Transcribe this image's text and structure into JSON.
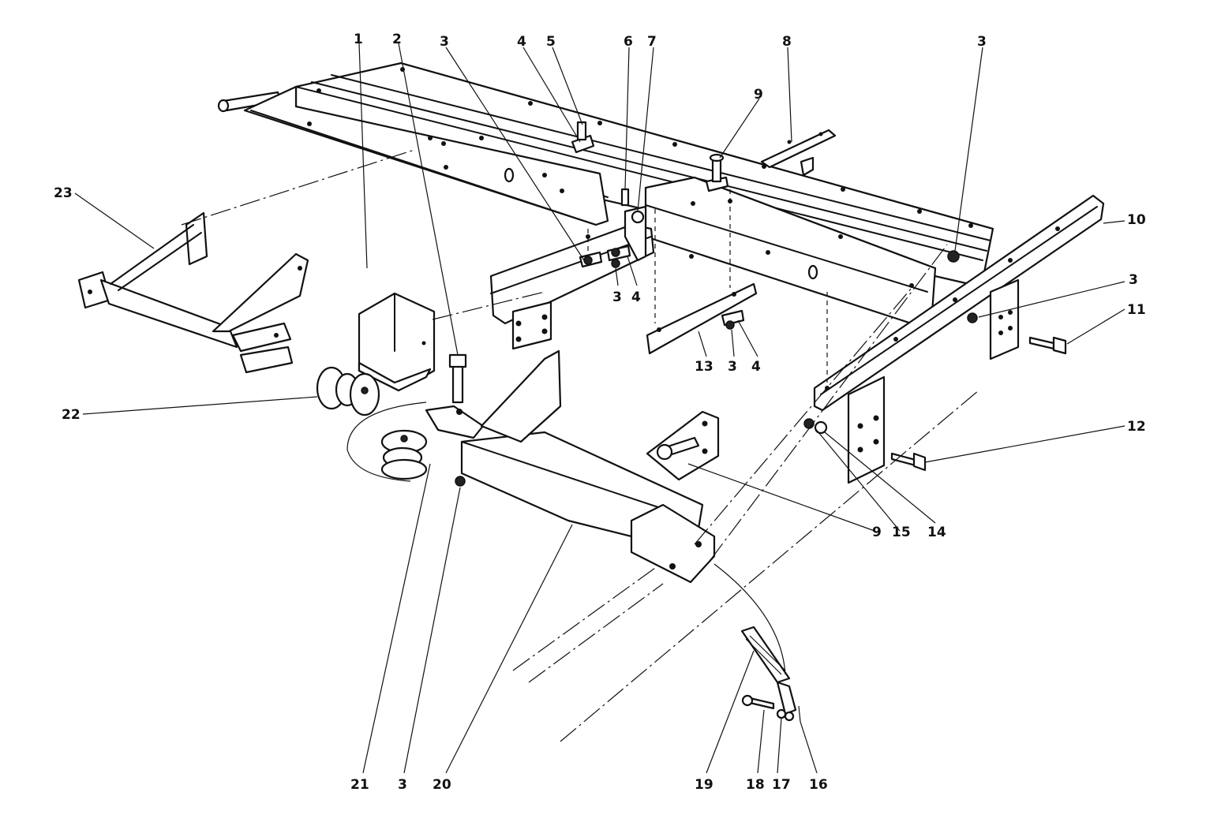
{
  "callouts": [
    {
      "id": "c1",
      "text": "1"
    },
    {
      "id": "c2",
      "text": "2"
    },
    {
      "id": "c3a",
      "text": "3"
    },
    {
      "id": "c4a",
      "text": "4"
    },
    {
      "id": "c5",
      "text": "5"
    },
    {
      "id": "c6",
      "text": "6"
    },
    {
      "id": "c7",
      "text": "7"
    },
    {
      "id": "c8",
      "text": "8"
    },
    {
      "id": "c3b",
      "text": "3"
    },
    {
      "id": "c9a",
      "text": "9"
    },
    {
      "id": "c10",
      "text": "10"
    },
    {
      "id": "c3c",
      "text": "3"
    },
    {
      "id": "c11",
      "text": "11"
    },
    {
      "id": "c23",
      "text": "23"
    },
    {
      "id": "c3d",
      "text": "3"
    },
    {
      "id": "c4b",
      "text": "4"
    },
    {
      "id": "c13",
      "text": "13"
    },
    {
      "id": "c3e",
      "text": "3"
    },
    {
      "id": "c4c",
      "text": "4"
    },
    {
      "id": "c22",
      "text": "22"
    },
    {
      "id": "c12",
      "text": "12"
    },
    {
      "id": "c9b",
      "text": "9"
    },
    {
      "id": "c15",
      "text": "15"
    },
    {
      "id": "c14",
      "text": "14"
    },
    {
      "id": "c21",
      "text": "21"
    },
    {
      "id": "c3f",
      "text": "3"
    },
    {
      "id": "c20",
      "text": "20"
    },
    {
      "id": "c19",
      "text": "19"
    },
    {
      "id": "c18",
      "text": "18"
    },
    {
      "id": "c17",
      "text": "17"
    },
    {
      "id": "c16",
      "text": "16"
    }
  ]
}
